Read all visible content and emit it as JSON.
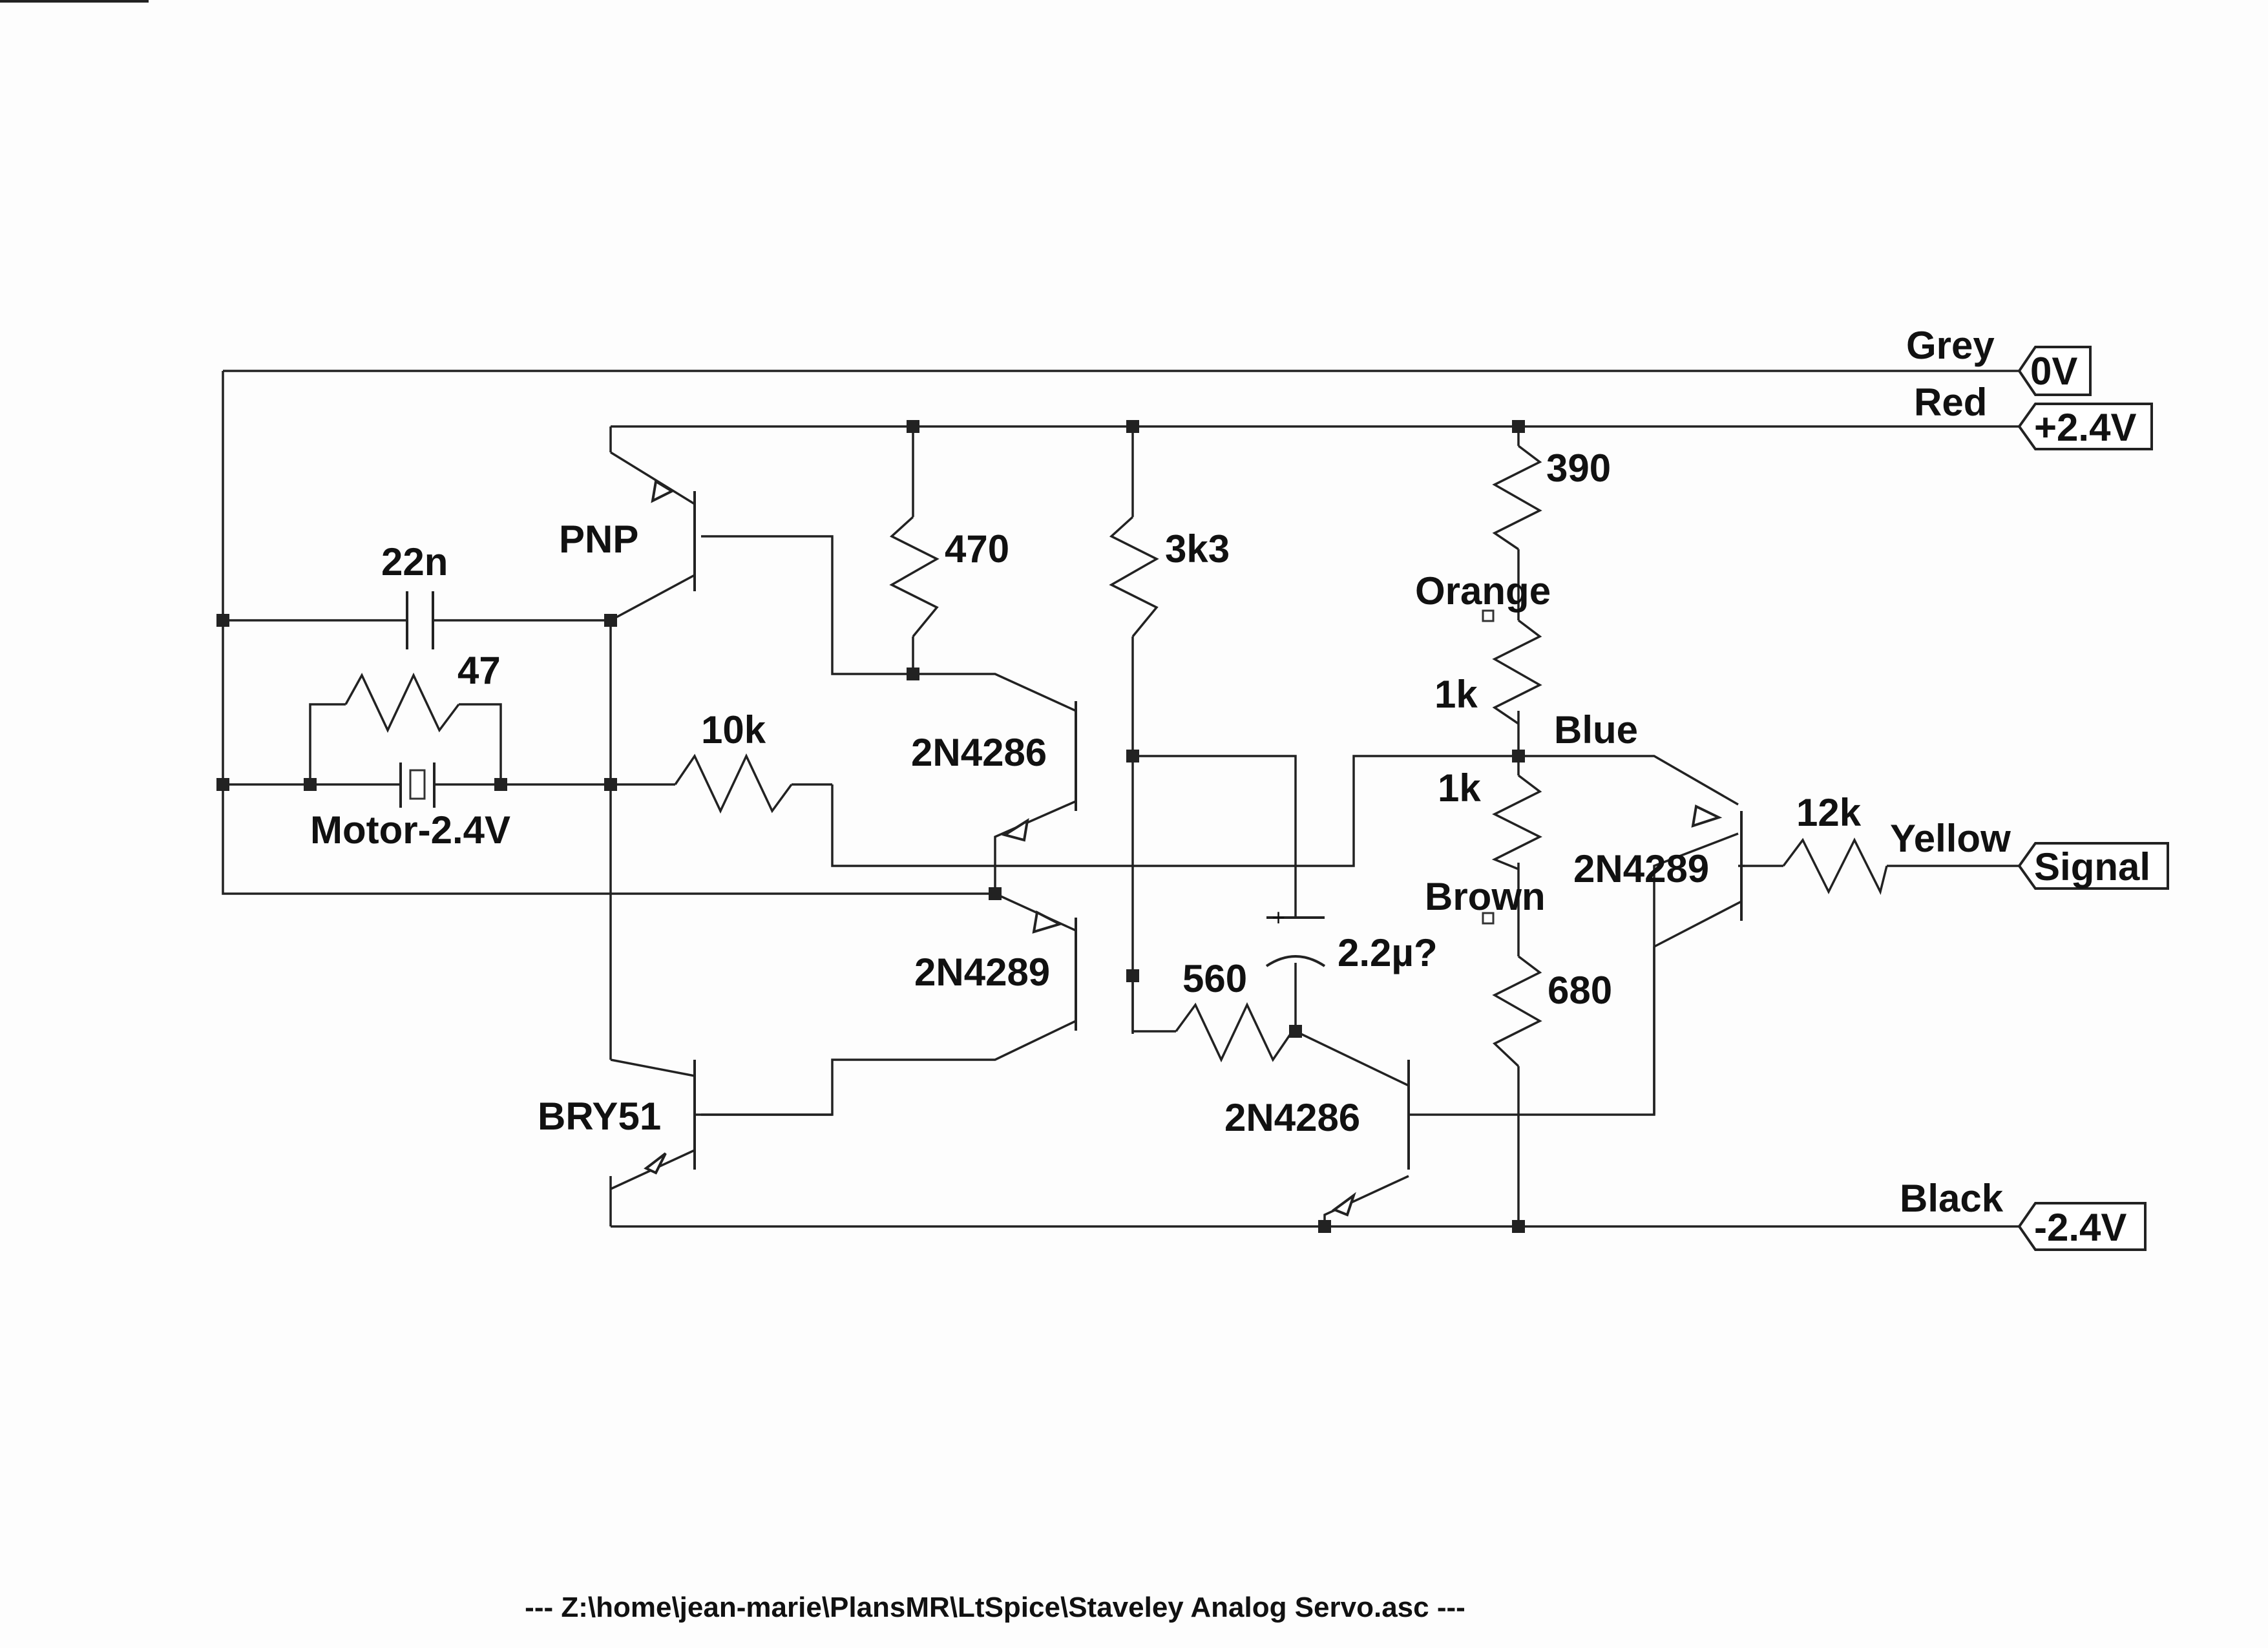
{
  "schematic": {
    "footer": "---  Z:\\home\\jean-marie\\PlansMR\\LtSpice\\Staveley Analog Servo.asc  ---",
    "ports": {
      "zero_v": "0V",
      "plus_v": "+2.4V",
      "signal": "Signal",
      "minus_v": "-2.4V"
    },
    "wires": {
      "grey": "Grey",
      "red": "Red",
      "orange": "Orange",
      "blue": "Blue",
      "brown": "Brown",
      "yellow": "Yellow",
      "black": "Black"
    },
    "components": {
      "c_22n": "22n",
      "r_47": "47",
      "motor": "Motor-2.4V",
      "r_10k": "10k",
      "q_pnp": "PNP",
      "q_bry51": "BRY51",
      "r_470": "470",
      "r_3k3": "3k3",
      "q_2n4286_a": "2N4286",
      "q_2n4289_a": "2N4289",
      "r_560": "560",
      "c_22u": "2.2µ?",
      "c_22u_plus": "+",
      "q_2n4286_b": "2N4286",
      "r_390": "390",
      "r_1k_a": "1k",
      "r_1k_b": "1k",
      "r_680": "680",
      "q_2n4289_b": "2N4289",
      "r_12k": "12k"
    }
  }
}
